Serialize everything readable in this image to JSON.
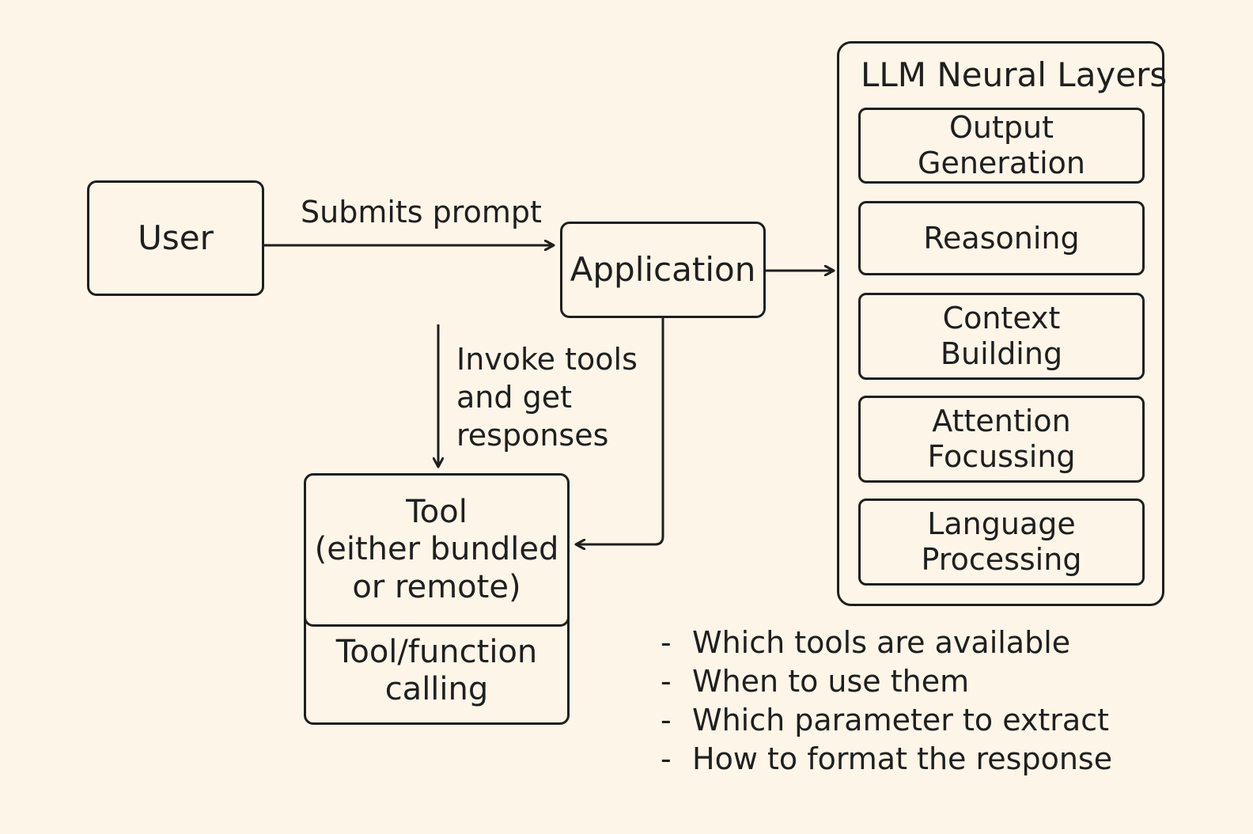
{
  "nodes": {
    "user": "User",
    "application": "Application",
    "tool": {
      "line1": "Tool",
      "line2": "(either bundled",
      "line3": "or remote)"
    },
    "tool_calling": {
      "line1": "Tool/function",
      "line2": "calling"
    }
  },
  "edges": {
    "submits_prompt": "Submits prompt",
    "invoke_tools": {
      "line1": "Invoke tools",
      "line2": "and get",
      "line3": "responses"
    }
  },
  "llm": {
    "title": "LLM Neural Layers",
    "layers": [
      {
        "line1": "Output Generation",
        "line2": ""
      },
      {
        "line1": "Reasoning",
        "line2": ""
      },
      {
        "line1": "Context",
        "line2": "Building"
      },
      {
        "line1": "Attention",
        "line2": "Focussing"
      },
      {
        "line1": "Language",
        "line2": "Processing"
      }
    ]
  },
  "notes": [
    "Which tools are available",
    "When to use them",
    "Which parameter to extract",
    "How to format the response"
  ],
  "notes_marker": "-"
}
